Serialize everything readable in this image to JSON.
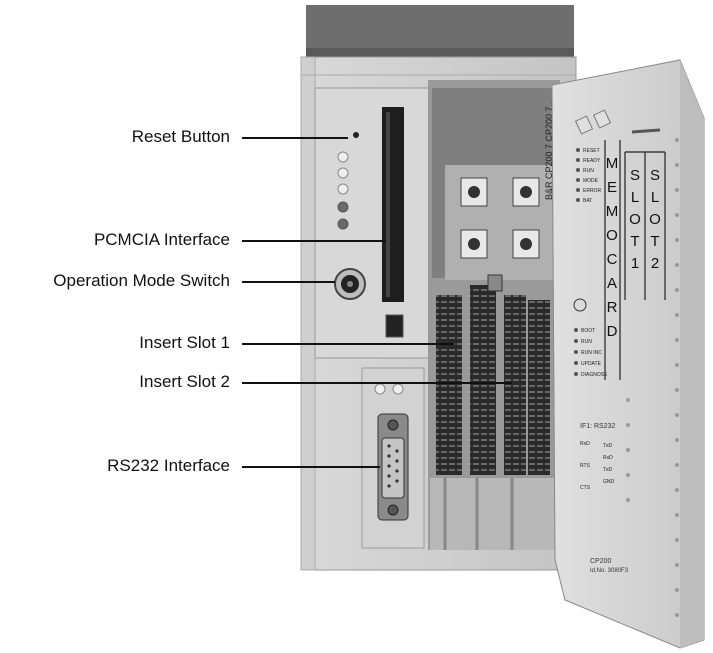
{
  "callouts": [
    {
      "id": "reset-button",
      "label": "Reset Button"
    },
    {
      "id": "pcmcia-interface",
      "label": "PCMCIA Interface"
    },
    {
      "id": "operation-mode-switch",
      "label": "Operation Mode Switch"
    },
    {
      "id": "insert-slot-1",
      "label": "Insert Slot 1"
    },
    {
      "id": "insert-slot-2",
      "label": "Insert Slot 2"
    },
    {
      "id": "rs232-interface",
      "label": "RS232 Interface"
    }
  ],
  "device": {
    "model_text": "B&R CP200 7 CP200 7...",
    "memocard_letters": [
      "M",
      "E",
      "M",
      "O",
      "C",
      "A",
      "R",
      "D"
    ],
    "slot1_letters": [
      "S",
      "L",
      "O",
      "T",
      "1"
    ],
    "slot2_letters": [
      "S",
      "L",
      "O",
      "T",
      "2"
    ],
    "status_leds": [
      "RESET",
      "READY",
      "RUN",
      "MODE",
      "ERROR",
      "BAT"
    ],
    "mode_leds": [
      "BOOT",
      "RUN",
      "RUN INC",
      "UPDATE",
      "DIAGNOSE"
    ],
    "if_label": "IF1: RS232",
    "pin_labels_left": [
      "RxD",
      "RTS",
      "CTS"
    ],
    "pin_labels_right": [
      "TxD",
      "RxD",
      "TxD",
      "GND"
    ],
    "cpu_label": "CP200",
    "id_label": "Id.No. 3080F3"
  }
}
